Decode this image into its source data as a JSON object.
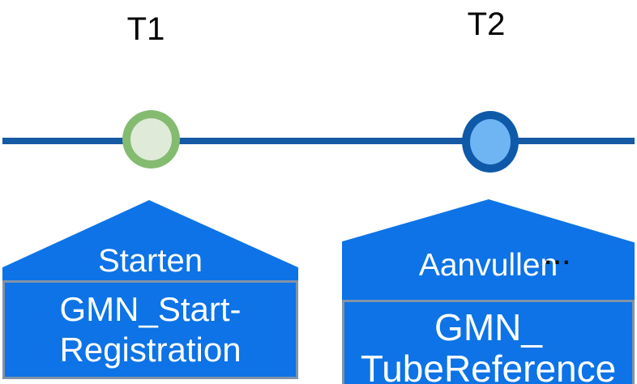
{
  "timeline": {
    "markers": [
      {
        "time_label": "T1",
        "event_label": "Starten",
        "form_name_line1": "GMN_Start-",
        "form_name_line2": "Registration",
        "marker_border_color": "#84bb70",
        "marker_fill_color": "#dfebd8"
      },
      {
        "time_label": "T2",
        "event_label": "Aanvullen",
        "more_indicator": "...",
        "form_name_line1": "GMN_",
        "form_name_line2": "TubeReference",
        "marker_border_color": "#0e5aa8",
        "marker_fill_color": "#6fb5f3"
      }
    ],
    "colors": {
      "timeline_line": "#1659a4",
      "callout_fill": "#0d73e6",
      "callout_box_border": "#8093a9",
      "callout_text": "#ffffff",
      "time_label_text": "#000000"
    }
  }
}
